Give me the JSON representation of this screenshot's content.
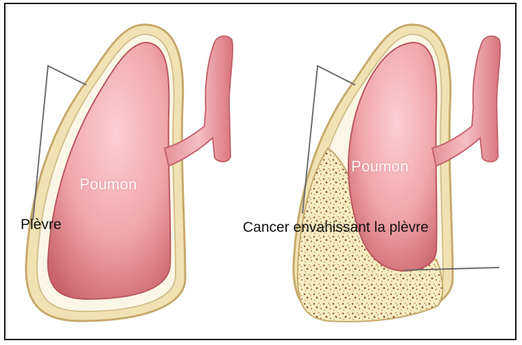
{
  "labels": {
    "left_lung": "Poumon",
    "left_pleura": "Plèvre",
    "right_lung": "Poumon",
    "right_caption": "Cancer envahissant la plèvre"
  },
  "colors": {
    "lung": "#f1a6ab",
    "lung_dark": "#c9646c",
    "pleura_outer": "#f0e2b3",
    "pleura_rim": "#c6a96a",
    "tumor": "#f4ebbe",
    "tumor_speckle": "#9e5a33",
    "leader": "#6b6b6b"
  },
  "icons": [
    "lung-illustration",
    "trachea-branch",
    "pleura-layer",
    "tumor-speckle"
  ]
}
